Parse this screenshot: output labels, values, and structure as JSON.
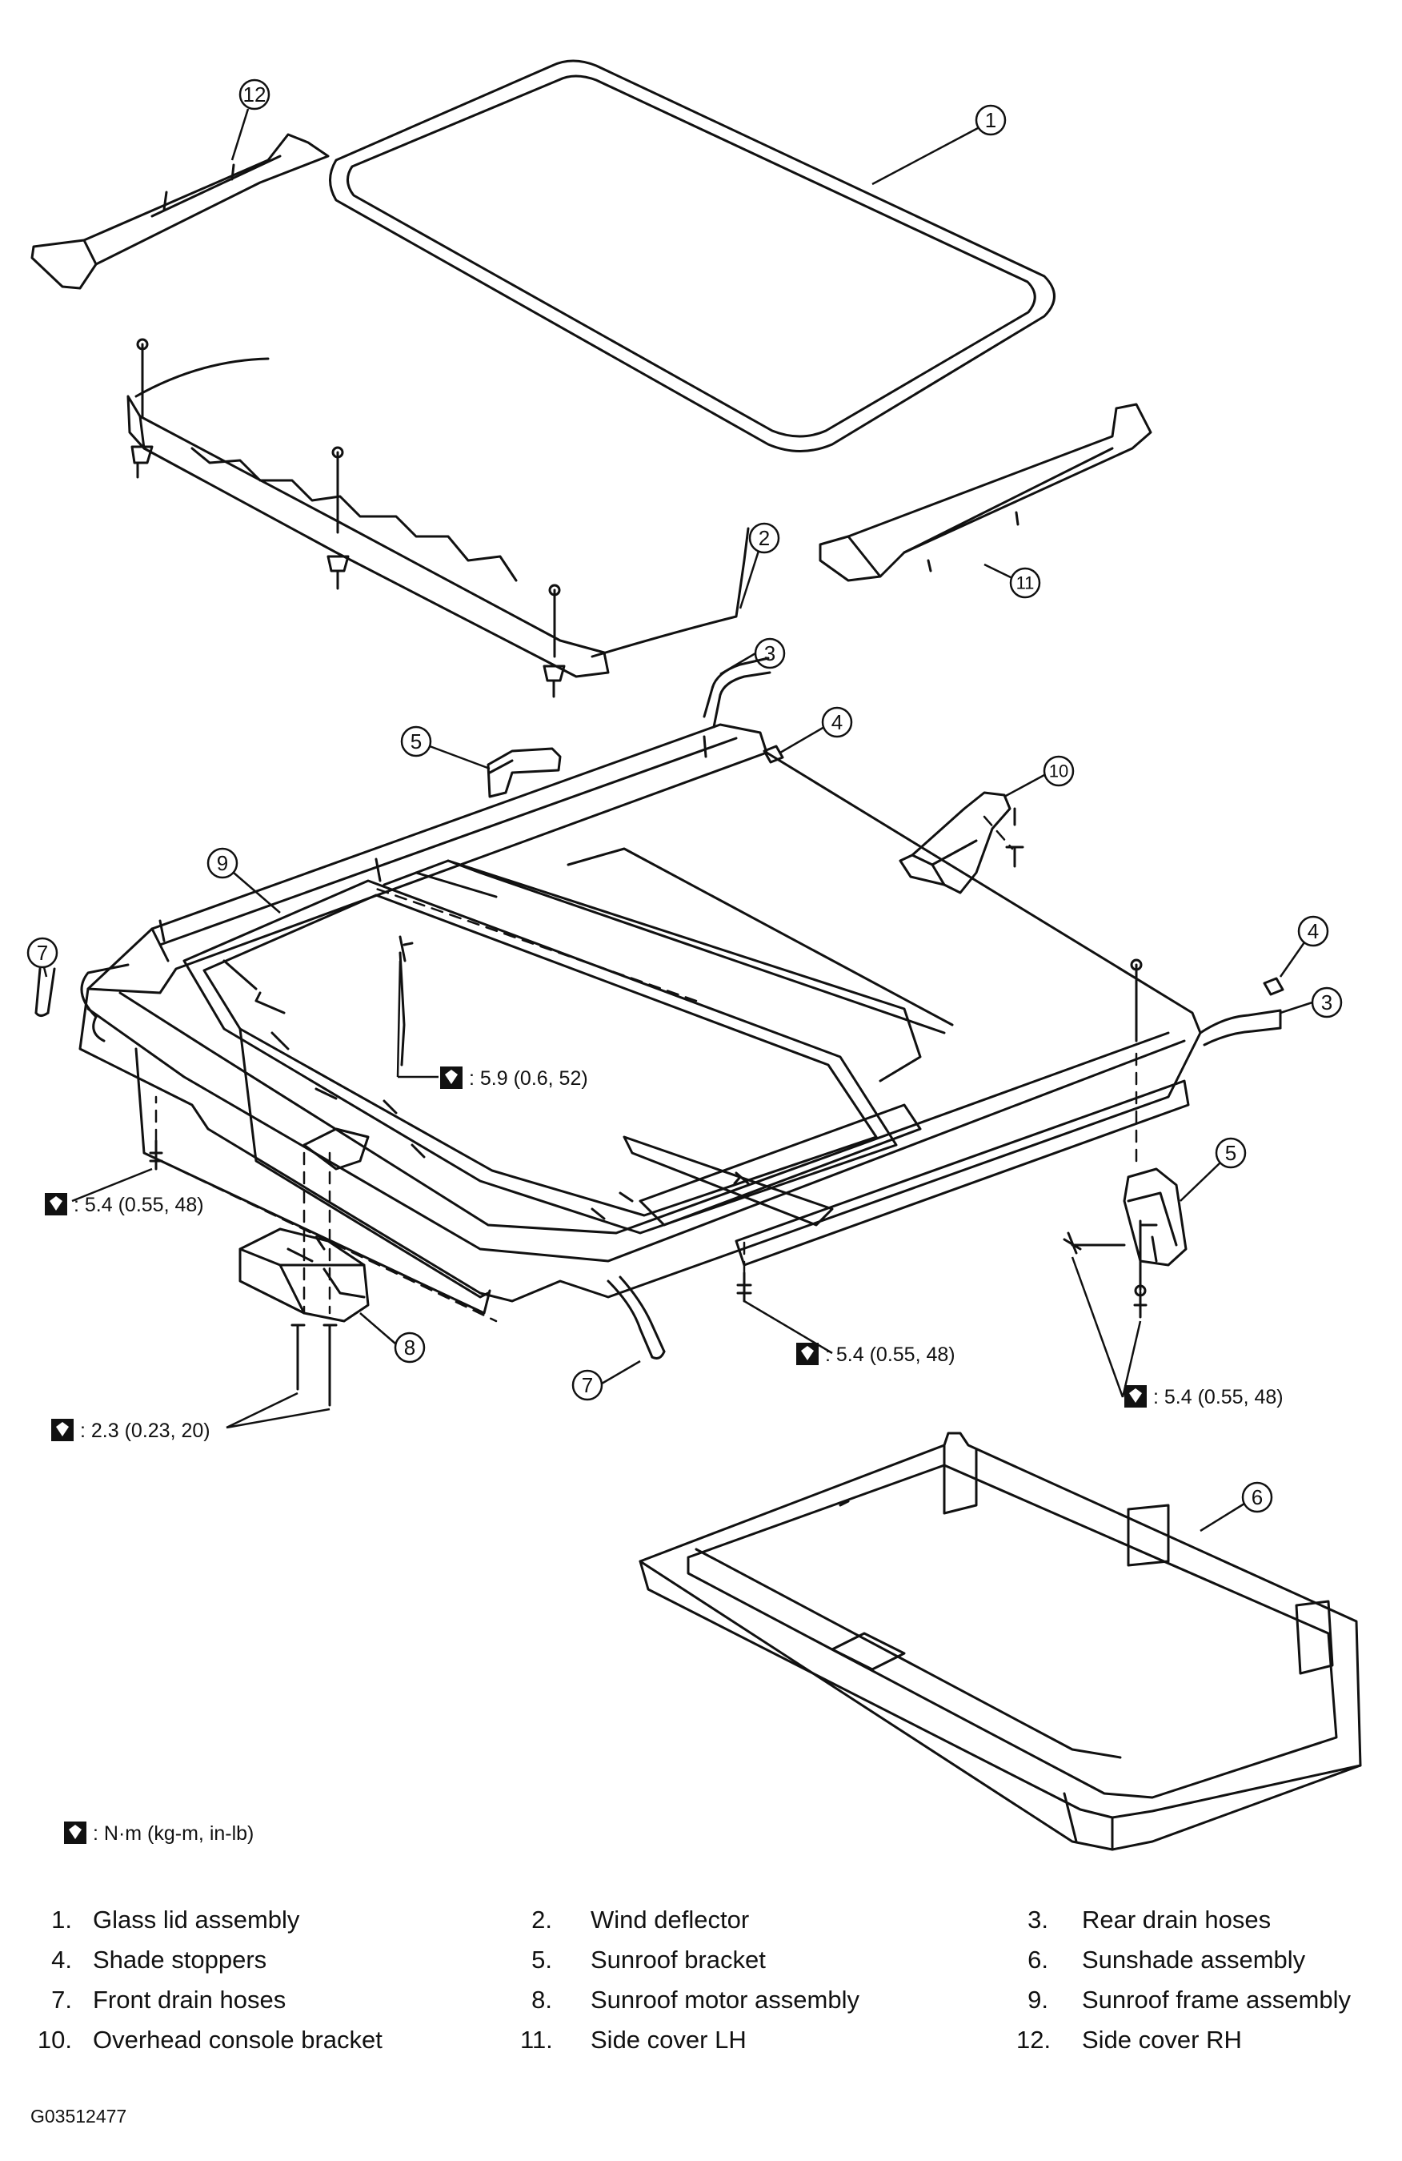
{
  "diagram": {
    "callouts": [
      {
        "id": "callout-1",
        "num": "1"
      },
      {
        "id": "callout-2",
        "num": "2"
      },
      {
        "id": "callout-3-upper",
        "num": "3"
      },
      {
        "id": "callout-3-lower",
        "num": "3"
      },
      {
        "id": "callout-4-upper",
        "num": "4"
      },
      {
        "id": "callout-4-lower",
        "num": "4"
      },
      {
        "id": "callout-5-left",
        "num": "5"
      },
      {
        "id": "callout-5-right",
        "num": "5"
      },
      {
        "id": "callout-6",
        "num": "6"
      },
      {
        "id": "callout-7-left",
        "num": "7"
      },
      {
        "id": "callout-7-lower",
        "num": "7"
      },
      {
        "id": "callout-8",
        "num": "8"
      },
      {
        "id": "callout-9",
        "num": "9"
      },
      {
        "id": "callout-10",
        "num": "10"
      },
      {
        "id": "callout-11",
        "num": "11"
      },
      {
        "id": "callout-12",
        "num": "12"
      }
    ],
    "torque_specs": [
      {
        "id": "torque-frame-top",
        "text": ": 5.9 (0.6, 52)"
      },
      {
        "id": "torque-frame-left",
        "text": ": 5.4 (0.55, 48)"
      },
      {
        "id": "torque-frame-bottom",
        "text": ": 5.4 (0.55, 48)"
      },
      {
        "id": "torque-bracket-right",
        "text": ": 5.4 (0.55, 48)"
      },
      {
        "id": "torque-motor",
        "text": ": 2.3 (0.23, 20)"
      }
    ],
    "torque_legend": ": N·m (kg-m, in-lb)"
  },
  "legend": [
    {
      "num": "1.",
      "label": "Glass lid assembly"
    },
    {
      "num": "2.",
      "label": "Wind deflector"
    },
    {
      "num": "3.",
      "label": "Rear drain hoses"
    },
    {
      "num": "4.",
      "label": "Shade stoppers"
    },
    {
      "num": "5.",
      "label": "Sunroof bracket"
    },
    {
      "num": "6.",
      "label": "Sunshade assembly"
    },
    {
      "num": "7.",
      "label": "Front drain hoses"
    },
    {
      "num": "8.",
      "label": "Sunroof motor assembly"
    },
    {
      "num": "9.",
      "label": "Sunroof frame assembly"
    },
    {
      "num": "10.",
      "label": "Overhead console bracket"
    },
    {
      "num": "11.",
      "label": "Side cover LH"
    },
    {
      "num": "12.",
      "label": "Side cover RH"
    }
  ],
  "figure_id": "G03512477"
}
